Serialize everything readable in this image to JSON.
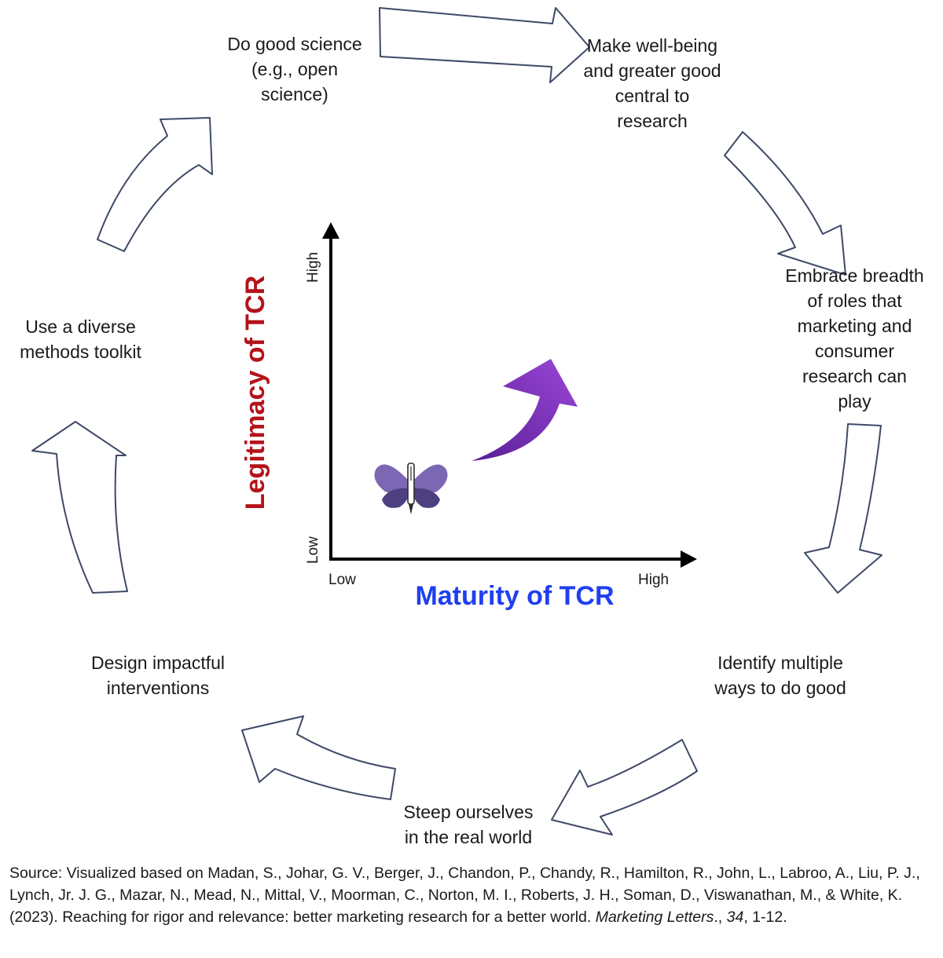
{
  "cycle_steps": {
    "do_good_science": "Do good science\n(e.g., open\nscience)",
    "well_being": "Make well-being\nand greater good\ncentral to\nresearch",
    "embrace_breadth": "Embrace breadth\nof roles that\nmarketing and\nconsumer\nresearch can\nplay",
    "identify_multiple": "Identify multiple\nways to do good",
    "steep_ourselves": "Steep ourselves\nin the real world",
    "design_interventions": "Design impactful\ninterventions",
    "diverse_methods": "Use a diverse\nmethods toolkit"
  },
  "axes": {
    "x_title": "Maturity of TCR",
    "y_title": "Legitimacy of TCR",
    "x_low": "Low",
    "x_high": "High",
    "y_low": "Low",
    "y_high": "High"
  },
  "colors": {
    "x_title": "#1f3ff0",
    "y_title": "#b3131a",
    "trend_arrow": "#7a2fb8",
    "cycle_arrow_stroke": "#3e4a66",
    "butterfly": "#6b56a0"
  },
  "icons": {
    "butterfly": "butterfly-pen-icon",
    "trend": "upward-trend-arrow"
  },
  "source": {
    "prefix": "Source: Visualized based on Madan, S., Johar, G. V., Berger, J., Chandon, P., Chandy, R., Hamilton, R., John, L., Labroo, A., Liu, P. J., Lynch, Jr. J. G., Mazar, N., Mead, N., Mittal, V., Moorman, C., Norton, M. I., Roberts, J. H., Soman, D., Viswanathan, M., & White, K. (2023).  Reaching for rigor and relevance: better marketing research for a better world. ",
    "journal": "Marketing Letters",
    "mid": "., ",
    "volume": "34",
    "pages": ", 1-12."
  }
}
